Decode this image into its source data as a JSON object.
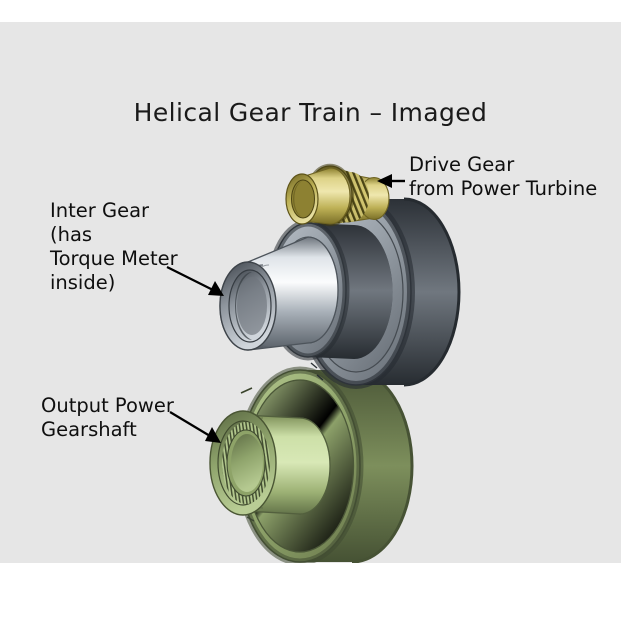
{
  "figure": {
    "title": "Helical Gear Train – Imaged",
    "background_color": "#e6e6e6",
    "page_color": "#ffffff",
    "text_color": "#0f0f0f"
  },
  "callouts": [
    {
      "id": "drive-gear",
      "text": "Drive Gear\nfrom Power Turbine",
      "lines": [
        "Drive Gear",
        "from Power Turbine"
      ],
      "arrow": "left-arrow",
      "points_to": "drive-pinion"
    },
    {
      "id": "inter-gear",
      "text": "Inter Gear\n(has\nTorque Meter\ninside)",
      "lines": [
        "Inter Gear",
        "(has",
        "Torque Meter",
        "inside)"
      ],
      "arrow": "down-right-arrow",
      "points_to": "inter-gear-hub"
    },
    {
      "id": "output-power-gearshaft",
      "text": "Output Power\nGearshaft",
      "lines": [
        "Output Power",
        "Gearshaft"
      ],
      "arrow": "down-right-arrow",
      "points_to": "output-gear-splined-hub"
    }
  ],
  "components": [
    {
      "id": "drive-pinion",
      "name": "Drive Gear from Power Turbine",
      "type": "helical pinion with shaft",
      "color": "#c9bd5c",
      "color_light": "#e3da93",
      "color_dark": "#8a7f2c"
    },
    {
      "id": "inter-gear",
      "name": "Inter Gear (has Torque Meter inside)",
      "type": "compound helical gear with hollow torque-meter hub",
      "color": "#9aa0a8",
      "color_light": "#f2f4f6",
      "color_dark": "#4a4f56"
    },
    {
      "id": "output-gear",
      "name": "Output Power Gearshaft",
      "type": "helical gear with splined output shaft",
      "color": "#9bb077",
      "color_light": "#cfe0a9",
      "color_dark": "#5d6b44"
    }
  ]
}
